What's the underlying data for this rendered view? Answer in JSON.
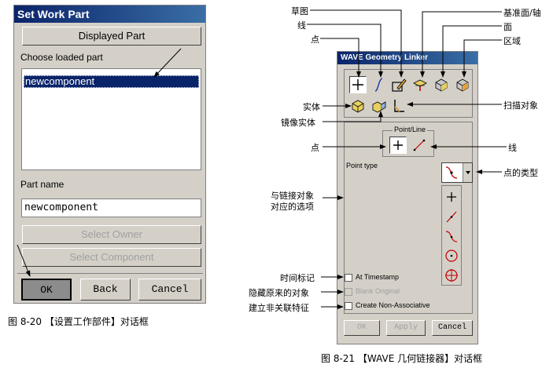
{
  "set_work_part": {
    "title": "Set Work Part",
    "displayed_part_label": "Displayed Part",
    "choose_loaded_part_label": "Choose loaded part",
    "parts": [
      "newcomponent"
    ],
    "part_name_label": "Part name",
    "part_name_value": "newcomponent",
    "select_owner_label": "Select Owner",
    "select_component_label": "Select Component",
    "ok_label": "OK",
    "back_label": "Back",
    "cancel_label": "Cancel",
    "caption": "图 8-20 【设置工作部件】对话框"
  },
  "wave_linker": {
    "title": "WAVE Geometry Linker",
    "point_line_group_label": "Point/Line",
    "point_type_label": "Point type",
    "at_timestamp_label": "At Timestamp",
    "blank_original_label": "Blank Original",
    "create_non_associative_label": "Create Non-Associative",
    "ok_label": "OK",
    "apply_label": "Apply",
    "cancel_label": "Cancel",
    "caption": "图 8-21 【WAVE 几何链接器】对话框"
  },
  "annotations": {
    "sketch": "草图",
    "line_top": "线",
    "point_top": "点",
    "datum_plane_axis": "基准面/轴",
    "face": "面",
    "region": "区域",
    "solid": "实体",
    "mirror_solid": "镜像实体",
    "sweep_object": "扫描对象",
    "point_mid": "点",
    "line_mid": "线",
    "point_type": "点的类型",
    "options_line1": "与链接对象",
    "options_line2": "对应的选项",
    "timestamp": "时间标记",
    "hide_original": "隐藏原来的对象",
    "non_assoc": "建立非关联特征"
  },
  "colors": {
    "title_bar": "#0a246a",
    "selection": "#0a246a",
    "dialog_face": "#d4d0c8",
    "icon_red": "#c00000"
  }
}
